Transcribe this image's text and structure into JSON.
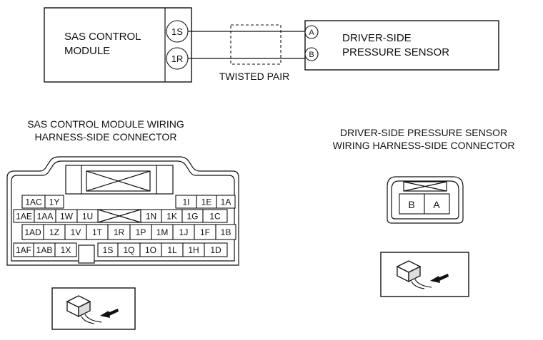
{
  "schematic": {
    "module_line1": "SAS CONTROL",
    "module_line2": "MODULE",
    "pin_top": "1S",
    "pin_bottom": "1R",
    "twisted_pair": "TWISTED PAIR",
    "sensor_pin_top": "A",
    "sensor_pin_bottom": "B",
    "sensor_line1": "DRIVER-SIDE",
    "sensor_line2": "PRESSURE SENSOR"
  },
  "left_connector": {
    "title_line1": "SAS CONTROL MODULE WIRING",
    "title_line2": "HARNESS-SIDE CONNECTOR",
    "rows": [
      [
        "1AC",
        "1Y",
        "1I",
        "1E",
        "1A"
      ],
      [
        "1AE",
        "1AA",
        "1W",
        "1U",
        "1N",
        "1K",
        "1G",
        "1C"
      ],
      [
        "1AD",
        "1Z",
        "1V",
        "1T",
        "1R",
        "1P",
        "1M",
        "1J",
        "1F",
        "1B"
      ],
      [
        "1AF",
        "1AB",
        "1X",
        "1S",
        "1Q",
        "1O",
        "1L",
        "1H",
        "1D"
      ]
    ]
  },
  "right_connector": {
    "title_line1": "DRIVER-SIDE PRESSURE SENSOR",
    "title_line2": "WIRING HARNESS-SIDE CONNECTOR",
    "pins": [
      "B",
      "A"
    ]
  }
}
